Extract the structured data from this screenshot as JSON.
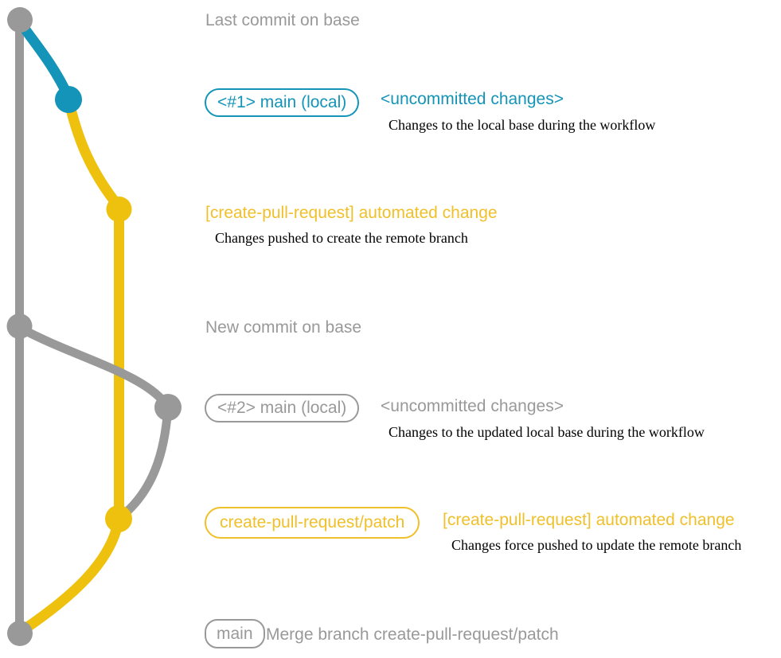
{
  "colors": {
    "gray": "#999999",
    "teal": "#1494b8",
    "yellow": "#edc10e",
    "yellow_text": "#f0c02a",
    "note": "#000000"
  },
  "diagram": {
    "description_rows": [
      {
        "text": "Last commit on base"
      },
      {
        "badge": "<#1> main (local)",
        "title": "<uncommitted changes>",
        "note": "Changes to the local base during the workflow"
      },
      {
        "title": "[create-pull-request] automated change",
        "note": "Changes pushed to create the remote branch"
      },
      {
        "text": "New commit on base"
      },
      {
        "badge": "<#2> main (local)",
        "title": "<uncommitted changes>",
        "note": "Changes to the updated local base during the workflow"
      },
      {
        "badge": "create-pull-request/patch",
        "title": "[create-pull-request] automated change",
        "note": "Changes force pushed to update the remote branch"
      },
      {
        "badge": "main",
        "title": "Merge branch create-pull-request/patch"
      }
    ],
    "branches": [
      {
        "name": "base (main)",
        "color": "gray"
      },
      {
        "name": "local uncommitted changes",
        "color": "teal"
      },
      {
        "name": "create-pull-request/patch",
        "color": "yellow"
      }
    ],
    "commits": [
      {
        "id": "last-commit-on-base",
        "branch": "base",
        "color": "gray"
      },
      {
        "id": "uncommitted-changes-1",
        "branch": "local",
        "color": "teal"
      },
      {
        "id": "automated-change-1",
        "branch": "patch",
        "color": "yellow"
      },
      {
        "id": "new-commit-on-base",
        "branch": "base",
        "color": "gray"
      },
      {
        "id": "uncommitted-changes-2",
        "branch": "local",
        "color": "gray"
      },
      {
        "id": "automated-change-2",
        "branch": "patch",
        "color": "yellow"
      },
      {
        "id": "merge-commit",
        "branch": "base",
        "color": "gray"
      }
    ]
  }
}
